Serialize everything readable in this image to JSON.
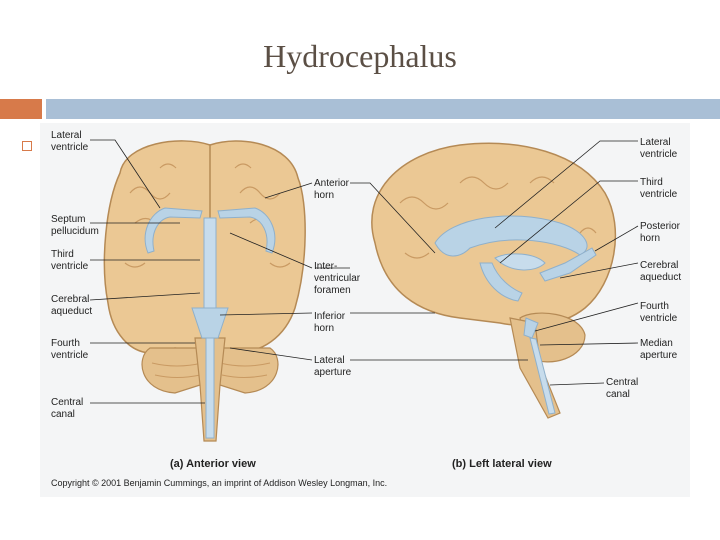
{
  "slide": {
    "title": "Hydrocephalus"
  },
  "figure": {
    "left_labels": [
      [
        "Lateral",
        "ventricle"
      ],
      [
        "Septum",
        "pellucidum"
      ],
      [
        "Third",
        "ventricle"
      ],
      [
        "Cerebral",
        "aqueduct"
      ],
      [
        "Fourth",
        "ventricle"
      ],
      [
        "Central",
        "canal"
      ]
    ],
    "middle_labels": [
      [
        "Anterior",
        "horn"
      ],
      [
        "Inter-",
        "ventricular",
        "foramen"
      ],
      [
        "Inferior",
        "horn"
      ],
      [
        "Lateral",
        "aperture"
      ]
    ],
    "right_labels": [
      [
        "Lateral",
        "ventricle"
      ],
      [
        "Third",
        "ventricle"
      ],
      [
        "Posterior",
        "horn"
      ],
      [
        "Cerebral",
        "aqueduct"
      ],
      [
        "Fourth",
        "ventricle"
      ],
      [
        "Median",
        "aperture"
      ],
      [
        "Central",
        "canal"
      ]
    ],
    "captions": {
      "anterior": "(a) Anterior view",
      "lateral": "(b) Left lateral view"
    },
    "copyright": "Copyright © 2001 Benjamin Cummings, an imprint of Addison Wesley Longman, Inc."
  },
  "colors": {
    "accent_orange": "#d77a4a",
    "accent_blue": "#a9bfd6",
    "brain_tan": "#ebc894",
    "ventricle_blue": "#b9d3e6"
  }
}
